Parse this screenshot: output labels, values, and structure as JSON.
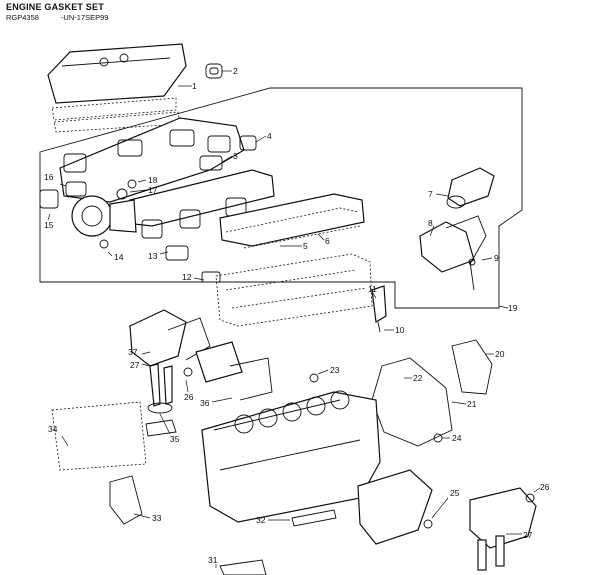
{
  "header": {
    "title": "ENGINE GASKET SET",
    "code": "RGP4358",
    "date": "-UN-17SEP99"
  },
  "callouts": [
    "1",
    "2",
    "3",
    "4",
    "5",
    "6",
    "7",
    "8",
    "9",
    "10",
    "11",
    "12",
    "13",
    "14",
    "15",
    "16",
    "17",
    "18",
    "19",
    "20",
    "21",
    "22",
    "23",
    "24",
    "25",
    "26",
    "27",
    "27",
    "31",
    "32",
    "33",
    "34",
    "35",
    "36",
    "37"
  ],
  "colors": {
    "ink": "#111111",
    "paper": "#ffffff"
  }
}
